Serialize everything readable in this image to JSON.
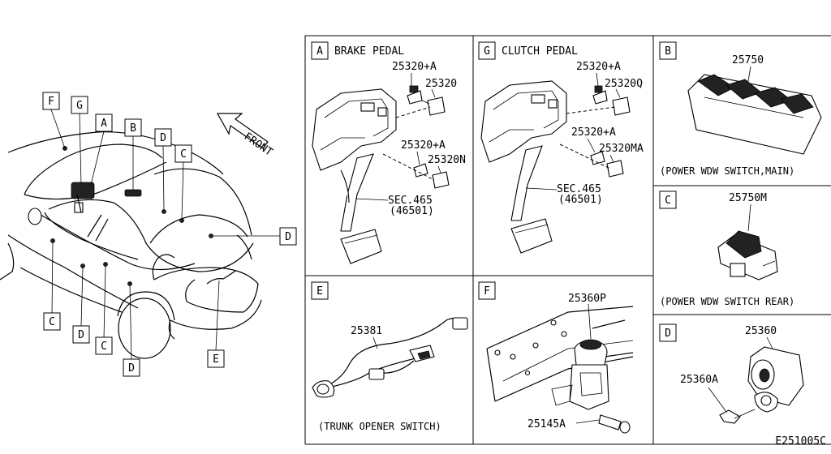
{
  "front_label": "FRONT",
  "callout_letters": [
    "F",
    "G",
    "A",
    "B",
    "D",
    "C",
    "D",
    "C",
    "D",
    "C",
    "D",
    "E"
  ],
  "panels": {
    "A": {
      "letter": "A",
      "title": "BRAKE PEDAL",
      "parts": [
        "25320+A",
        "25320",
        "25320+A",
        "25320N"
      ],
      "sec": "SEC.465",
      "sec_sub": "(46501)"
    },
    "G": {
      "letter": "G",
      "title": "CLUTCH PEDAL",
      "parts": [
        "25320+A",
        "25320Q",
        "25320+A",
        "25320MA"
      ],
      "sec": "SEC.465",
      "sec_sub": "(46501)"
    },
    "B": {
      "letter": "B",
      "part": "25750",
      "caption": "(POWER WDW SWITCH,MAIN)"
    },
    "C": {
      "letter": "C",
      "part": "25750M",
      "caption": "(POWER WDW SWITCH REAR)"
    },
    "D": {
      "letter": "D",
      "parts": [
        "25360",
        "25360A"
      ]
    },
    "E": {
      "letter": "E",
      "part": "25381",
      "caption": "(TRUNK OPENER SWITCH)"
    },
    "F": {
      "letter": "F",
      "parts": [
        "25360P",
        "25145A"
      ]
    }
  },
  "diagram_code": "E251005C"
}
